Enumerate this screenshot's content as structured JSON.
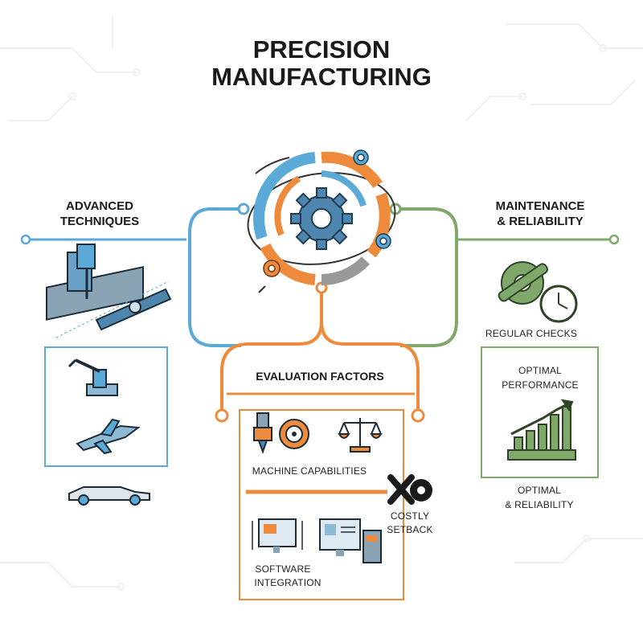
{
  "title": {
    "line1": "PRECISION",
    "line2": "MANUFACTURING"
  },
  "left": {
    "heading_line1": "ADVANCED",
    "heading_line2": "TECHNIQUES",
    "icons": [
      "cnc-machine-icon",
      "robotic-arm-icon",
      "aircraft-icon",
      "race-car-icon"
    ]
  },
  "right": {
    "heading_line1": "MAINTENANCE",
    "heading_line2": "& RELIABILITY",
    "checks_label": "REGULAR CHECKS",
    "performance_line1": "OPTIMAL",
    "performance_line2": "PERFORMANCE",
    "bottom_line1": "OPTIMAL",
    "bottom_line2": "& RELIABILITY"
  },
  "center": {
    "heading": "EVALUATION FACTORS",
    "machine_label": "MACHINE CAPABILITIES",
    "setback_line1": "COSTLY",
    "setback_line2": "SETBACK",
    "software_line1": "SOFTWARE",
    "software_line2": "INTEGRATION"
  },
  "colors": {
    "blue": "#5aa9d6",
    "orange": "#ee8a3c",
    "green": "#7fa86a",
    "dark": "#1a1a1a",
    "steel": "#4f86ad"
  }
}
